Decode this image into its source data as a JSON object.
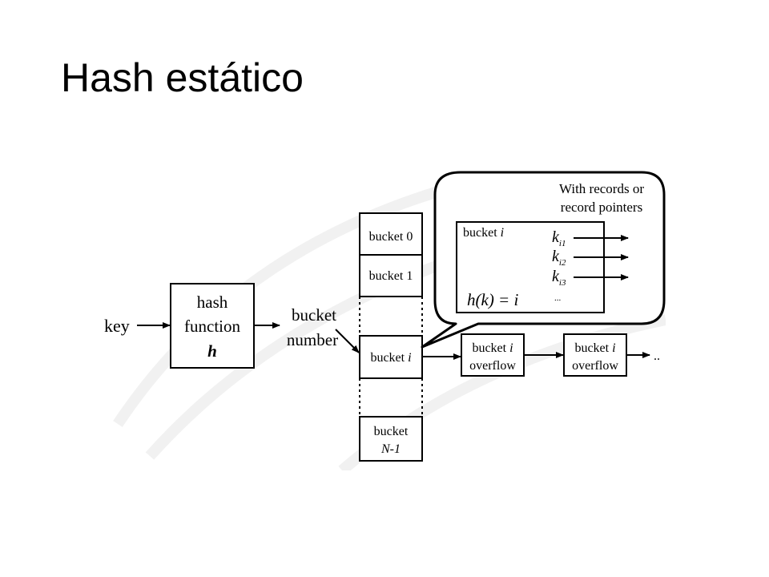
{
  "title": "Hash estático",
  "diagram": {
    "key_label": "key",
    "hash_function": {
      "line1": "hash",
      "line2": "function",
      "line3": "h"
    },
    "bucket_number": {
      "line1": "bucket",
      "line2": "number"
    },
    "buckets": {
      "bucket0": "bucket 0",
      "bucket1": "bucket 1",
      "bucketi_prefix": "bucket",
      "bucketi_var": "i",
      "bucketN_line1": "bucket",
      "bucketN_line2": "N-1"
    },
    "overflow": {
      "prefix": "bucket",
      "var": "i",
      "line2": "overflow",
      "trailing": ".."
    },
    "callout": {
      "line1": "With records or",
      "line2": "record pointers",
      "inner_label_prefix": "bucket",
      "inner_label_var": "i",
      "keys": [
        "k",
        "k",
        "k"
      ],
      "key_subscripts": [
        "i1",
        "i2",
        "i3"
      ],
      "ellipsis": "...",
      "formula": "h(k) = i"
    }
  }
}
